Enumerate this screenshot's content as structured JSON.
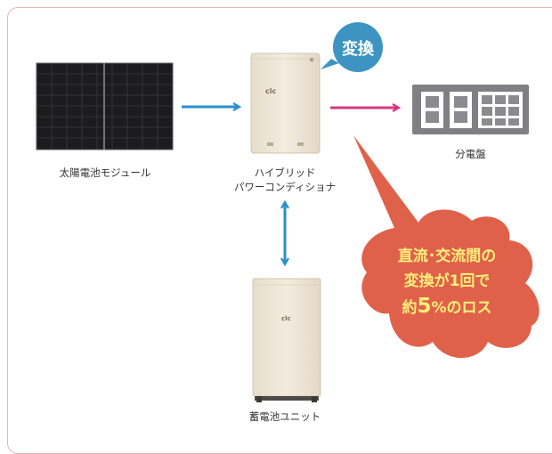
{
  "labels": {
    "solar": "太陽電池モジュール",
    "hybrid_line1": "ハイブリッド",
    "hybrid_line2": "パワーコンディショナ",
    "panel": "分電盤",
    "battery": "蓄電池ユニット"
  },
  "bubble": {
    "text": "変換"
  },
  "callout": {
    "line1": "直流･交流間の",
    "line2": "変換が1回で",
    "line3_prefix": "約",
    "line3_number": "5",
    "line3_suffix": "%のロス"
  },
  "device_logo": "clc",
  "colors": {
    "dc_arrow": "#2a8fc9",
    "ac_arrow": "#d6377f",
    "callout_fill": "#e0614a",
    "callout_text": "#fff07a",
    "bubble_fill": "#3d94c3",
    "frame_border": "#e2b8ad"
  }
}
